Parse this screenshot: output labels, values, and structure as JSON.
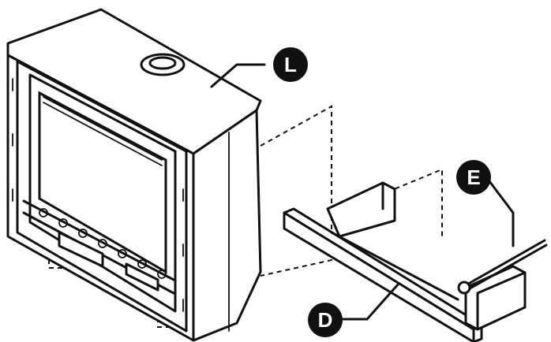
{
  "callouts": {
    "L": "L",
    "E": "E",
    "D": "D"
  },
  "colors": {
    "line": "#111111",
    "background": "#ffffff",
    "callout_fill": "#111111",
    "callout_text": "#ffffff"
  }
}
